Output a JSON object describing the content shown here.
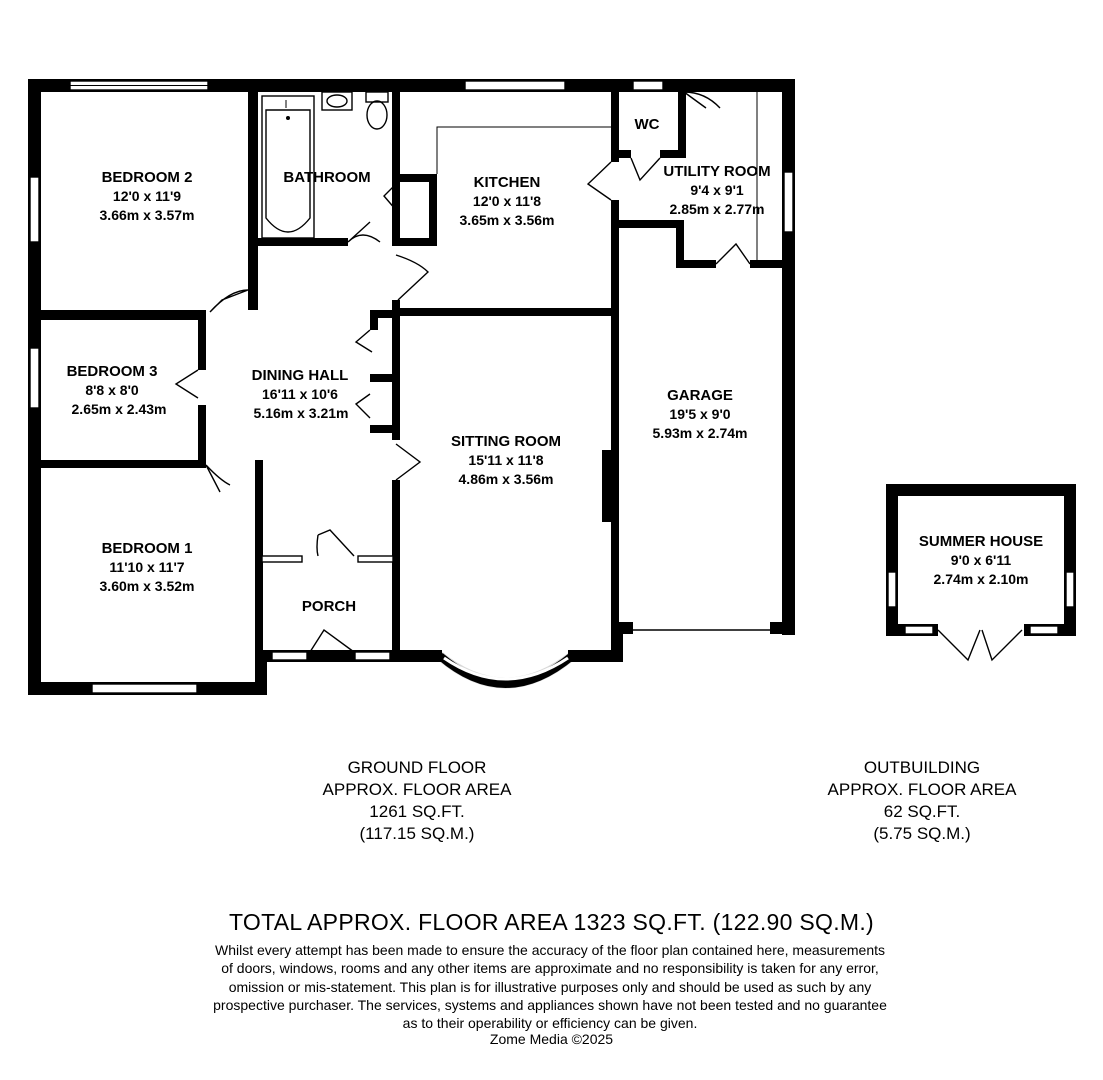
{
  "rooms": {
    "bedroom2": {
      "name": "BEDROOM 2",
      "imperial": "12'0 x 11'9",
      "metric": "3.66m x 3.57m"
    },
    "bathroom": {
      "name": "BATHROOM"
    },
    "kitchen": {
      "name": "KITCHEN",
      "imperial": "12'0 x 11'8",
      "metric": "3.65m x 3.56m"
    },
    "wc": {
      "name": "WC"
    },
    "utility": {
      "name": "UTILITY ROOM",
      "imperial": "9'4 x 9'1",
      "metric": "2.85m x 2.77m"
    },
    "bedroom3": {
      "name": "BEDROOM 3",
      "imperial": "8'8 x 8'0",
      "metric": "2.65m x 2.43m"
    },
    "dining": {
      "name": "DINING HALL",
      "imperial": "16'11 x 10'6",
      "metric": "5.16m x 3.21m"
    },
    "sitting": {
      "name": "SITTING ROOM",
      "imperial": "15'11 x 11'8",
      "metric": "4.86m x 3.56m"
    },
    "garage": {
      "name": "GARAGE",
      "imperial": "19'5 x 9'0",
      "metric": "5.93m x 2.74m"
    },
    "bedroom1": {
      "name": "BEDROOM 1",
      "imperial": "11'10 x 11'7",
      "metric": "3.60m x 3.52m"
    },
    "porch": {
      "name": "PORCH"
    },
    "summer": {
      "name": "SUMMER HOUSE",
      "imperial": "9'0 x 6'11",
      "metric": "2.74m x 2.10m"
    }
  },
  "ground_floor": {
    "line1": "GROUND FLOOR",
    "line2": "APPROX. FLOOR AREA",
    "line3": "1261 SQ.FT.",
    "line4": "(117.15 SQ.M.)"
  },
  "outbuilding": {
    "line1": "OUTBUILDING",
    "line2": "APPROX. FLOOR AREA",
    "line3": "62 SQ.FT.",
    "line4": "(5.75 SQ.M.)"
  },
  "total": "TOTAL APPROX. FLOOR AREA 1323 SQ.FT. (122.90 SQ.M.)",
  "disclaimer": [
    "Whilst every attempt has been made to ensure the accuracy of the floor plan contained here, measurements",
    "of doors, windows, rooms and any other items are approximate and no responsibility is taken for any error,",
    "omission or mis-statement. This plan is for illustrative purposes only and should be used as such by any",
    "prospective purchaser. The services, systems and appliances shown have not been tested and no guarantee",
    "as to their operability or efficiency can be given."
  ],
  "credit": "Zome Media ©2025",
  "colors": {
    "walls": "#000000",
    "background": "#ffffff"
  }
}
